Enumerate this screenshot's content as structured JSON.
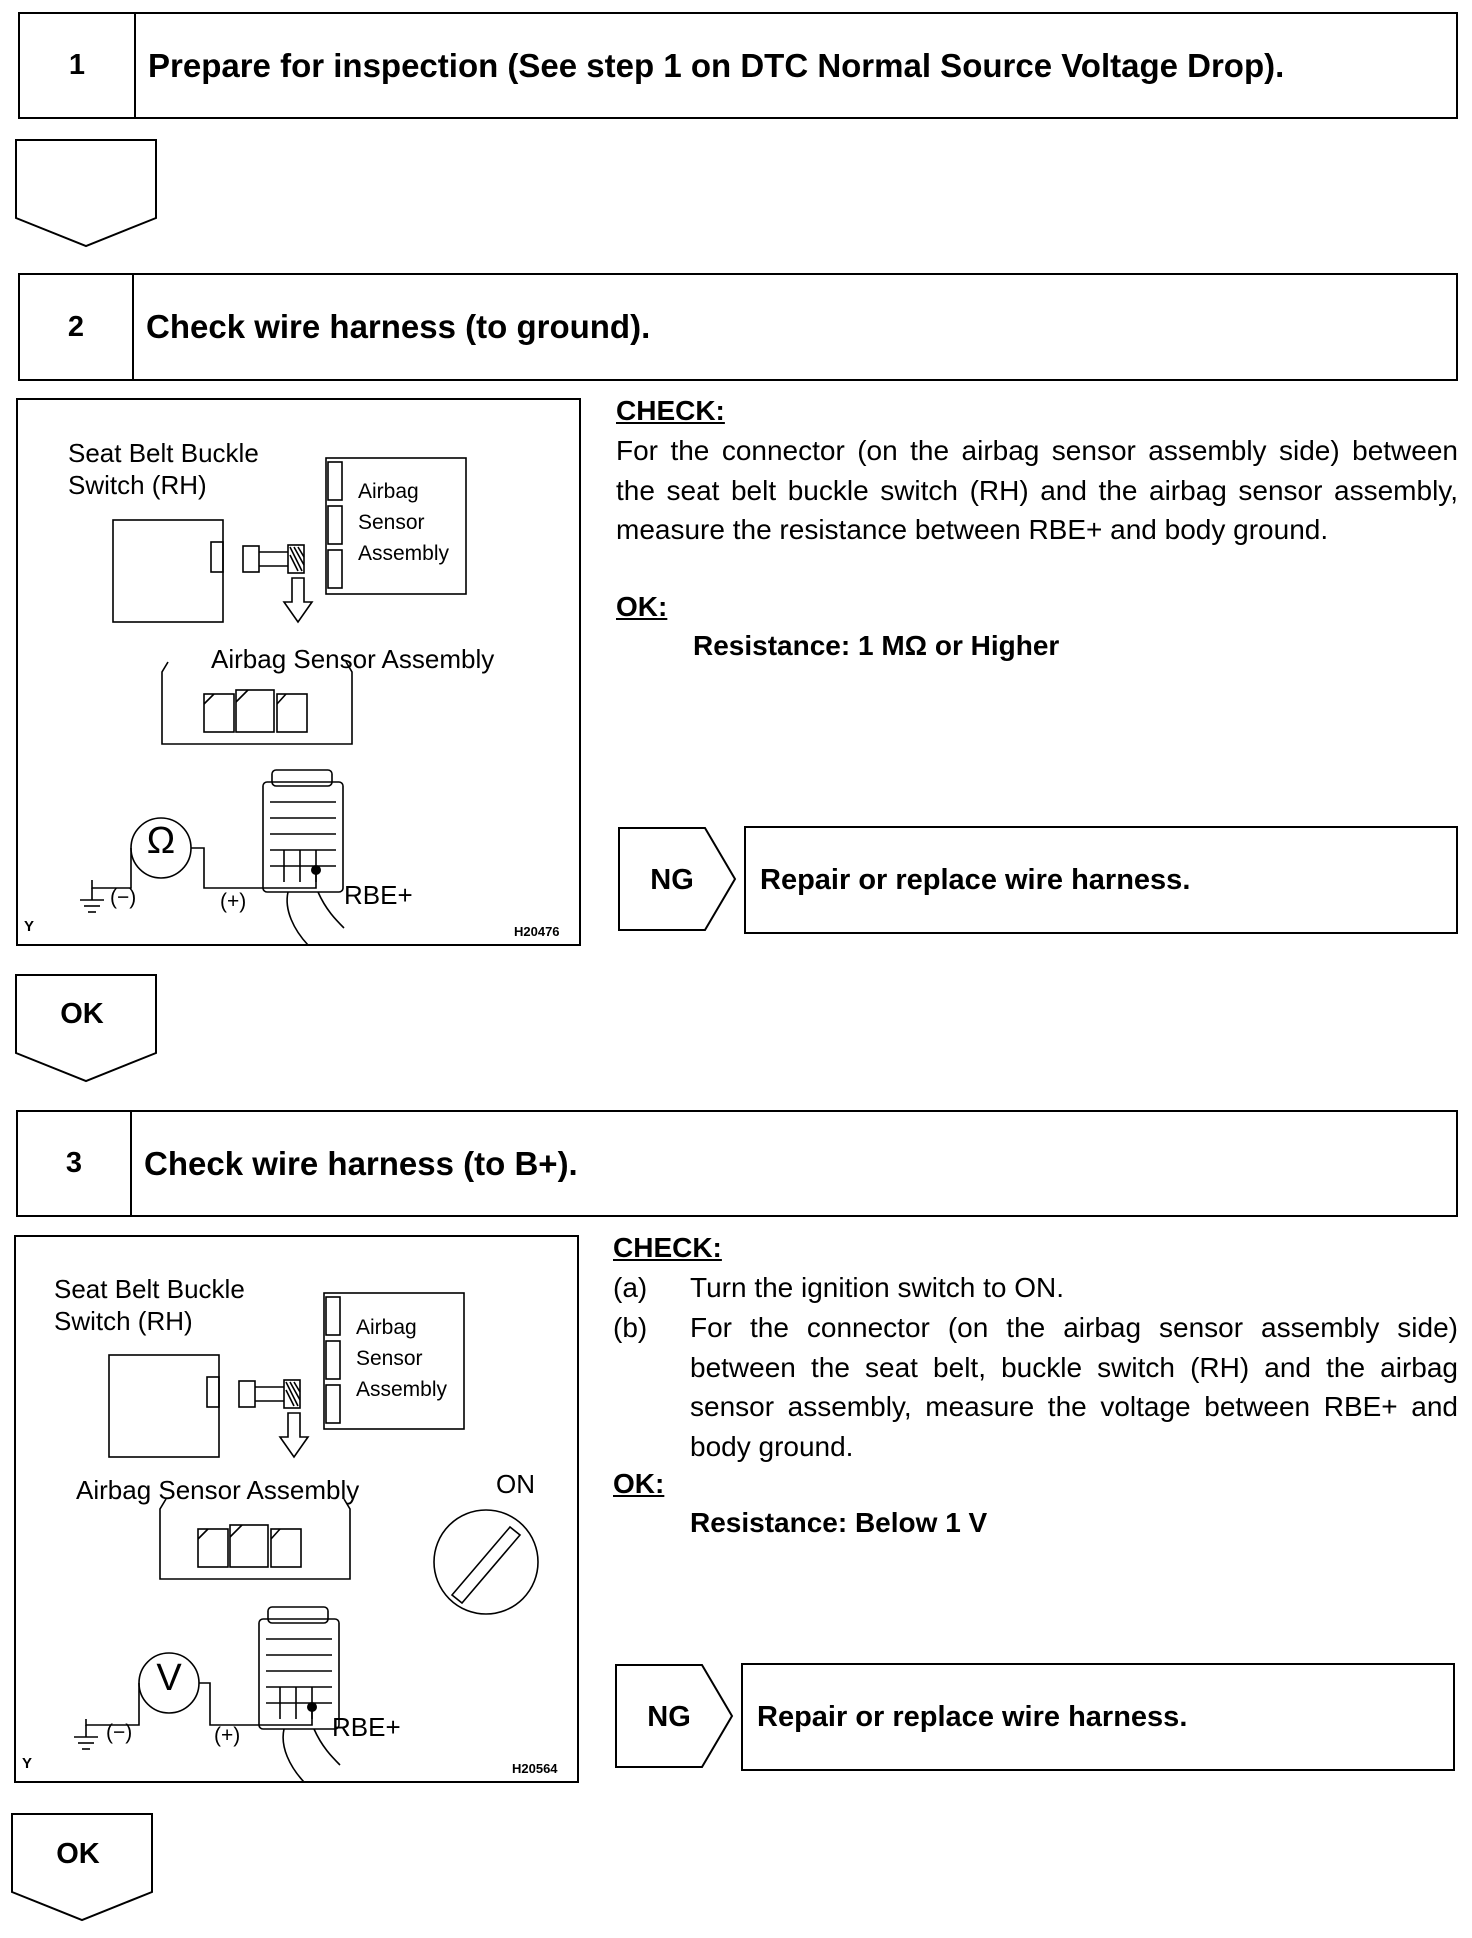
{
  "steps": [
    {
      "num": "1",
      "title": "Prepare for inspection (See step 1 on DTC Normal Source Voltage Drop)."
    },
    {
      "num": "2",
      "title": "Check wire harness (to ground)."
    },
    {
      "num": "3",
      "title": "Check wire harness (to B+)."
    }
  ],
  "fig1": {
    "switch_label_1": "Seat Belt Buckle",
    "switch_label_2": "Switch (RH)",
    "airbag_1": "Airbag",
    "airbag_2": "Sensor",
    "airbag_3": "Assembly",
    "assembly_label": "Airbag Sensor Assembly",
    "meter_symbol": "Ω",
    "neg": "(−)",
    "pos": "(+)",
    "terminal": "RBE+",
    "corner": "Y",
    "code": "H20476"
  },
  "fig2": {
    "switch_label_1": "Seat Belt Buckle",
    "switch_label_2": "Switch (RH)",
    "airbag_1": "Airbag",
    "airbag_2": "Sensor",
    "airbag_3": "Assembly",
    "assembly_label": "Airbag Sensor Assembly",
    "ignition_label": "ON",
    "meter_symbol": "V",
    "neg": "(−)",
    "pos": "(+)",
    "terminal": "RBE+",
    "corner": "Y",
    "code": "H20564"
  },
  "step2": {
    "check_heading": "CHECK:",
    "check_text": "For the connector (on the airbag sensor assembly side) between the seat belt buckle switch (RH) and the airbag sensor assembly, measure the resistance between RBE+ and body ground.",
    "ok_heading": "OK:",
    "ok_value": "Resistance: 1 MΩ or Higher",
    "ng_label": "NG",
    "ng_action": "Repair or replace wire harness."
  },
  "step3": {
    "check_heading": "CHECK:",
    "items": [
      {
        "marker": "(a)",
        "text": "Turn the ignition switch to ON."
      },
      {
        "marker": "(b)",
        "text": "For the connector (on the airbag sensor assembly side) between the seat belt, buckle switch (RH) and the airbag sensor assembly, measure the voltage between RBE+ and body ground."
      }
    ],
    "ok_heading": "OK:",
    "ok_value": "Resistance: Below 1 V",
    "ng_label": "NG",
    "ng_action": "Repair or replace wire harness."
  },
  "flow": {
    "ok_label_1": "OK",
    "ok_label_2": "OK"
  }
}
